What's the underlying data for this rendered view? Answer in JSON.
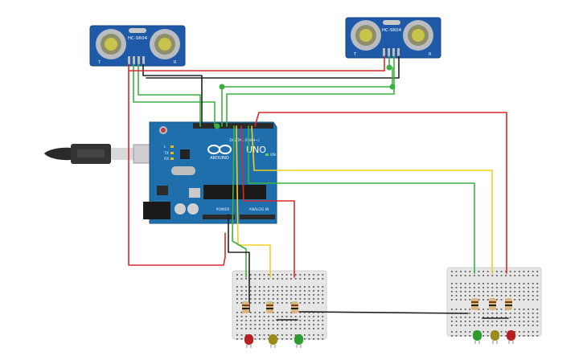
{
  "sensors": {
    "left": {
      "model": "HC-SR04",
      "t_label": "T",
      "r_label": "R"
    },
    "right": {
      "model": "HC-SR04",
      "t_label": "T",
      "r_label": "R"
    }
  },
  "arduino": {
    "brand": "ARDUINO",
    "model": "UNO",
    "digital_label": "DIGITAL (PWM~)",
    "power_label": "POWER",
    "analog_label": "ANALOG IN",
    "tx_label": "TX",
    "rx_label": "RX",
    "l_label": "L",
    "on_label": "ON"
  },
  "colors": {
    "board": "#1f6fad",
    "sensor": "#1e5aa8",
    "wire_red": "#d42b2b",
    "wire_green": "#3bb043",
    "wire_yellow": "#f2cf1f",
    "wire_black": "#222222",
    "breadboard": "#e6e6e6",
    "led_red": "#b52020",
    "led_yellow": "#9b8a1c",
    "led_green": "#2f9a2f"
  }
}
